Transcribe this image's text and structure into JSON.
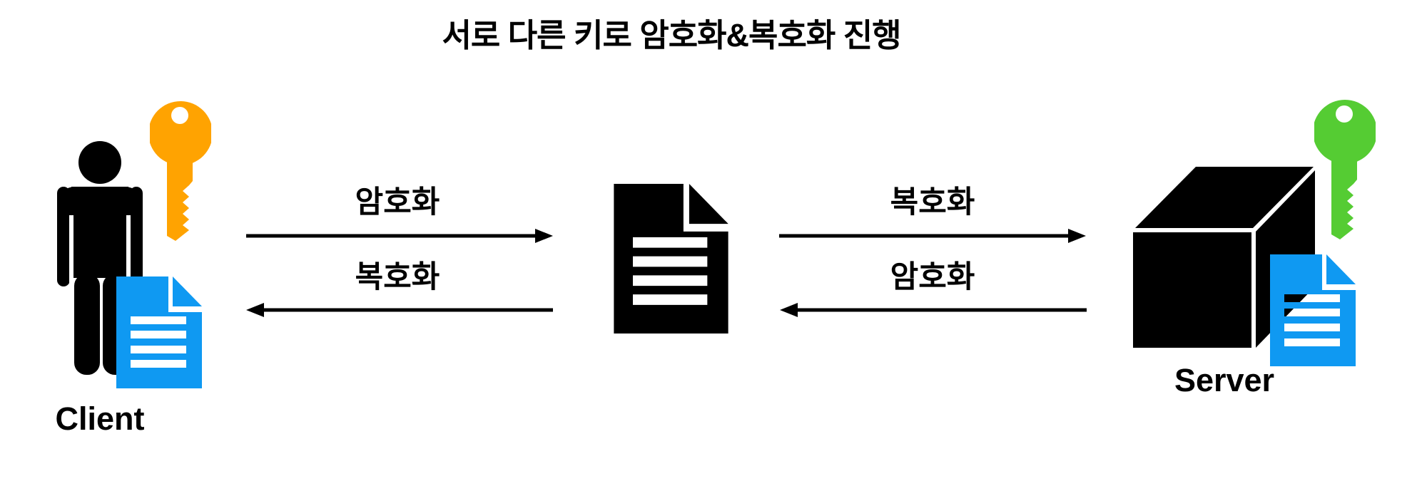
{
  "title": "서로 다른 키로 암호화&복호화 진행",
  "client": {
    "label": "Client",
    "icons": [
      "person-icon",
      "key-icon",
      "document-icon"
    ]
  },
  "server": {
    "label": "Server",
    "icons": [
      "cube-icon",
      "key-icon",
      "document-icon"
    ]
  },
  "message": {
    "icon": "document-icon"
  },
  "arrows": {
    "left_top": {
      "label": "암호화",
      "direction": "right"
    },
    "left_bottom": {
      "label": "복호화",
      "direction": "left"
    },
    "right_top": {
      "label": "복호화",
      "direction": "right"
    },
    "right_bottom": {
      "label": "암호화",
      "direction": "left"
    }
  },
  "colors": {
    "client_key_orange": "#FFA301",
    "server_key_green": "#55CC33",
    "document_blue": "#0F99F2",
    "icon_black": "#000000",
    "text": "#000000",
    "background": "#FFFFFF"
  }
}
